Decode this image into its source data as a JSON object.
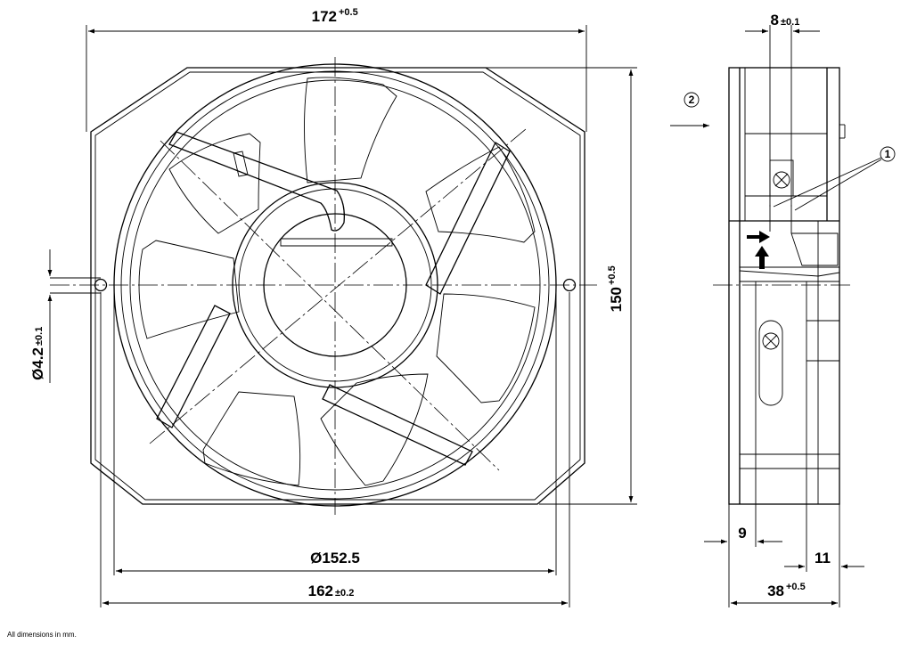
{
  "dimensions": {
    "top_width": {
      "value": "172",
      "tol": "+0.5"
    },
    "side_depth_small": {
      "value": "8",
      "tol": "±0.1"
    },
    "height": {
      "value": "150",
      "tol": "+0.5"
    },
    "hole_dia": {
      "value": "Ø4.2",
      "tol": "±0.1"
    },
    "circle_dia": {
      "value": "Ø152.5"
    },
    "bottom_width": {
      "value": "162",
      "tol": "±0.2"
    },
    "side_9": {
      "value": "9"
    },
    "side_11": {
      "value": "11"
    },
    "side_depth": {
      "value": "38",
      "tol": "+0.5"
    }
  },
  "callouts": {
    "c1": "1",
    "c2": "2"
  },
  "footnote": "All dimensions in mm."
}
